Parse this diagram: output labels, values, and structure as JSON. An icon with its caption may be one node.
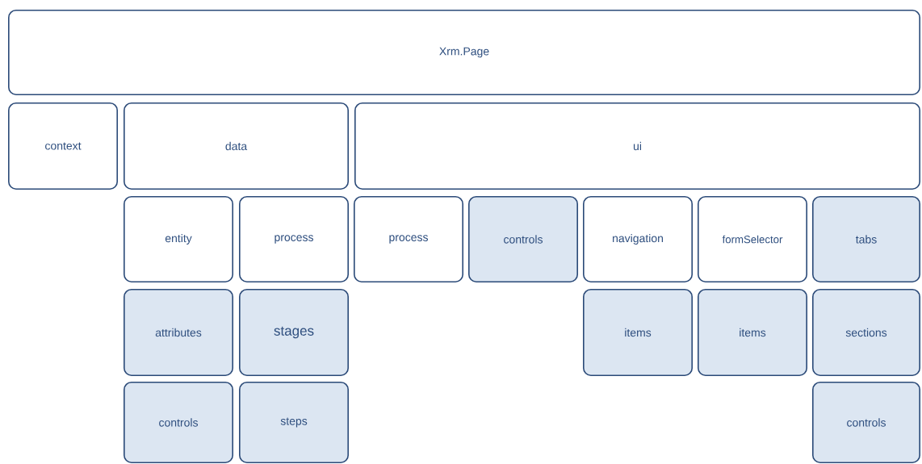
{
  "diagram": {
    "nodes": [
      {
        "text": [
          "Xrm.Page"
        ]
      },
      {
        "text": [
          "context"
        ]
      },
      {
        "text": [
          "data"
        ]
      },
      {
        "text": [
          "ui"
        ]
      },
      {
        "text": [
          "entity"
        ]
      },
      {
        "text": [
          "process"
        ]
      },
      {
        "text": [
          "process"
        ]
      },
      {
        "text": [
          "controls"
        ]
      },
      {
        "text": [
          "navigation"
        ]
      },
      {
        "text": [
          "formSelector"
        ]
      },
      {
        "text": [
          "tabs"
        ]
      },
      {
        "text": [
          "attributes"
        ]
      },
      {
        "text": [
          "stages"
        ]
      },
      {
        "text": [
          "items"
        ]
      },
      {
        "text": [
          "items"
        ]
      },
      {
        "text": [
          "sections"
        ]
      },
      {
        "text": [
          "controls"
        ]
      },
      {
        "text": [
          "steps"
        ]
      },
      {
        "text": [
          "controls"
        ]
      }
    ]
  }
}
